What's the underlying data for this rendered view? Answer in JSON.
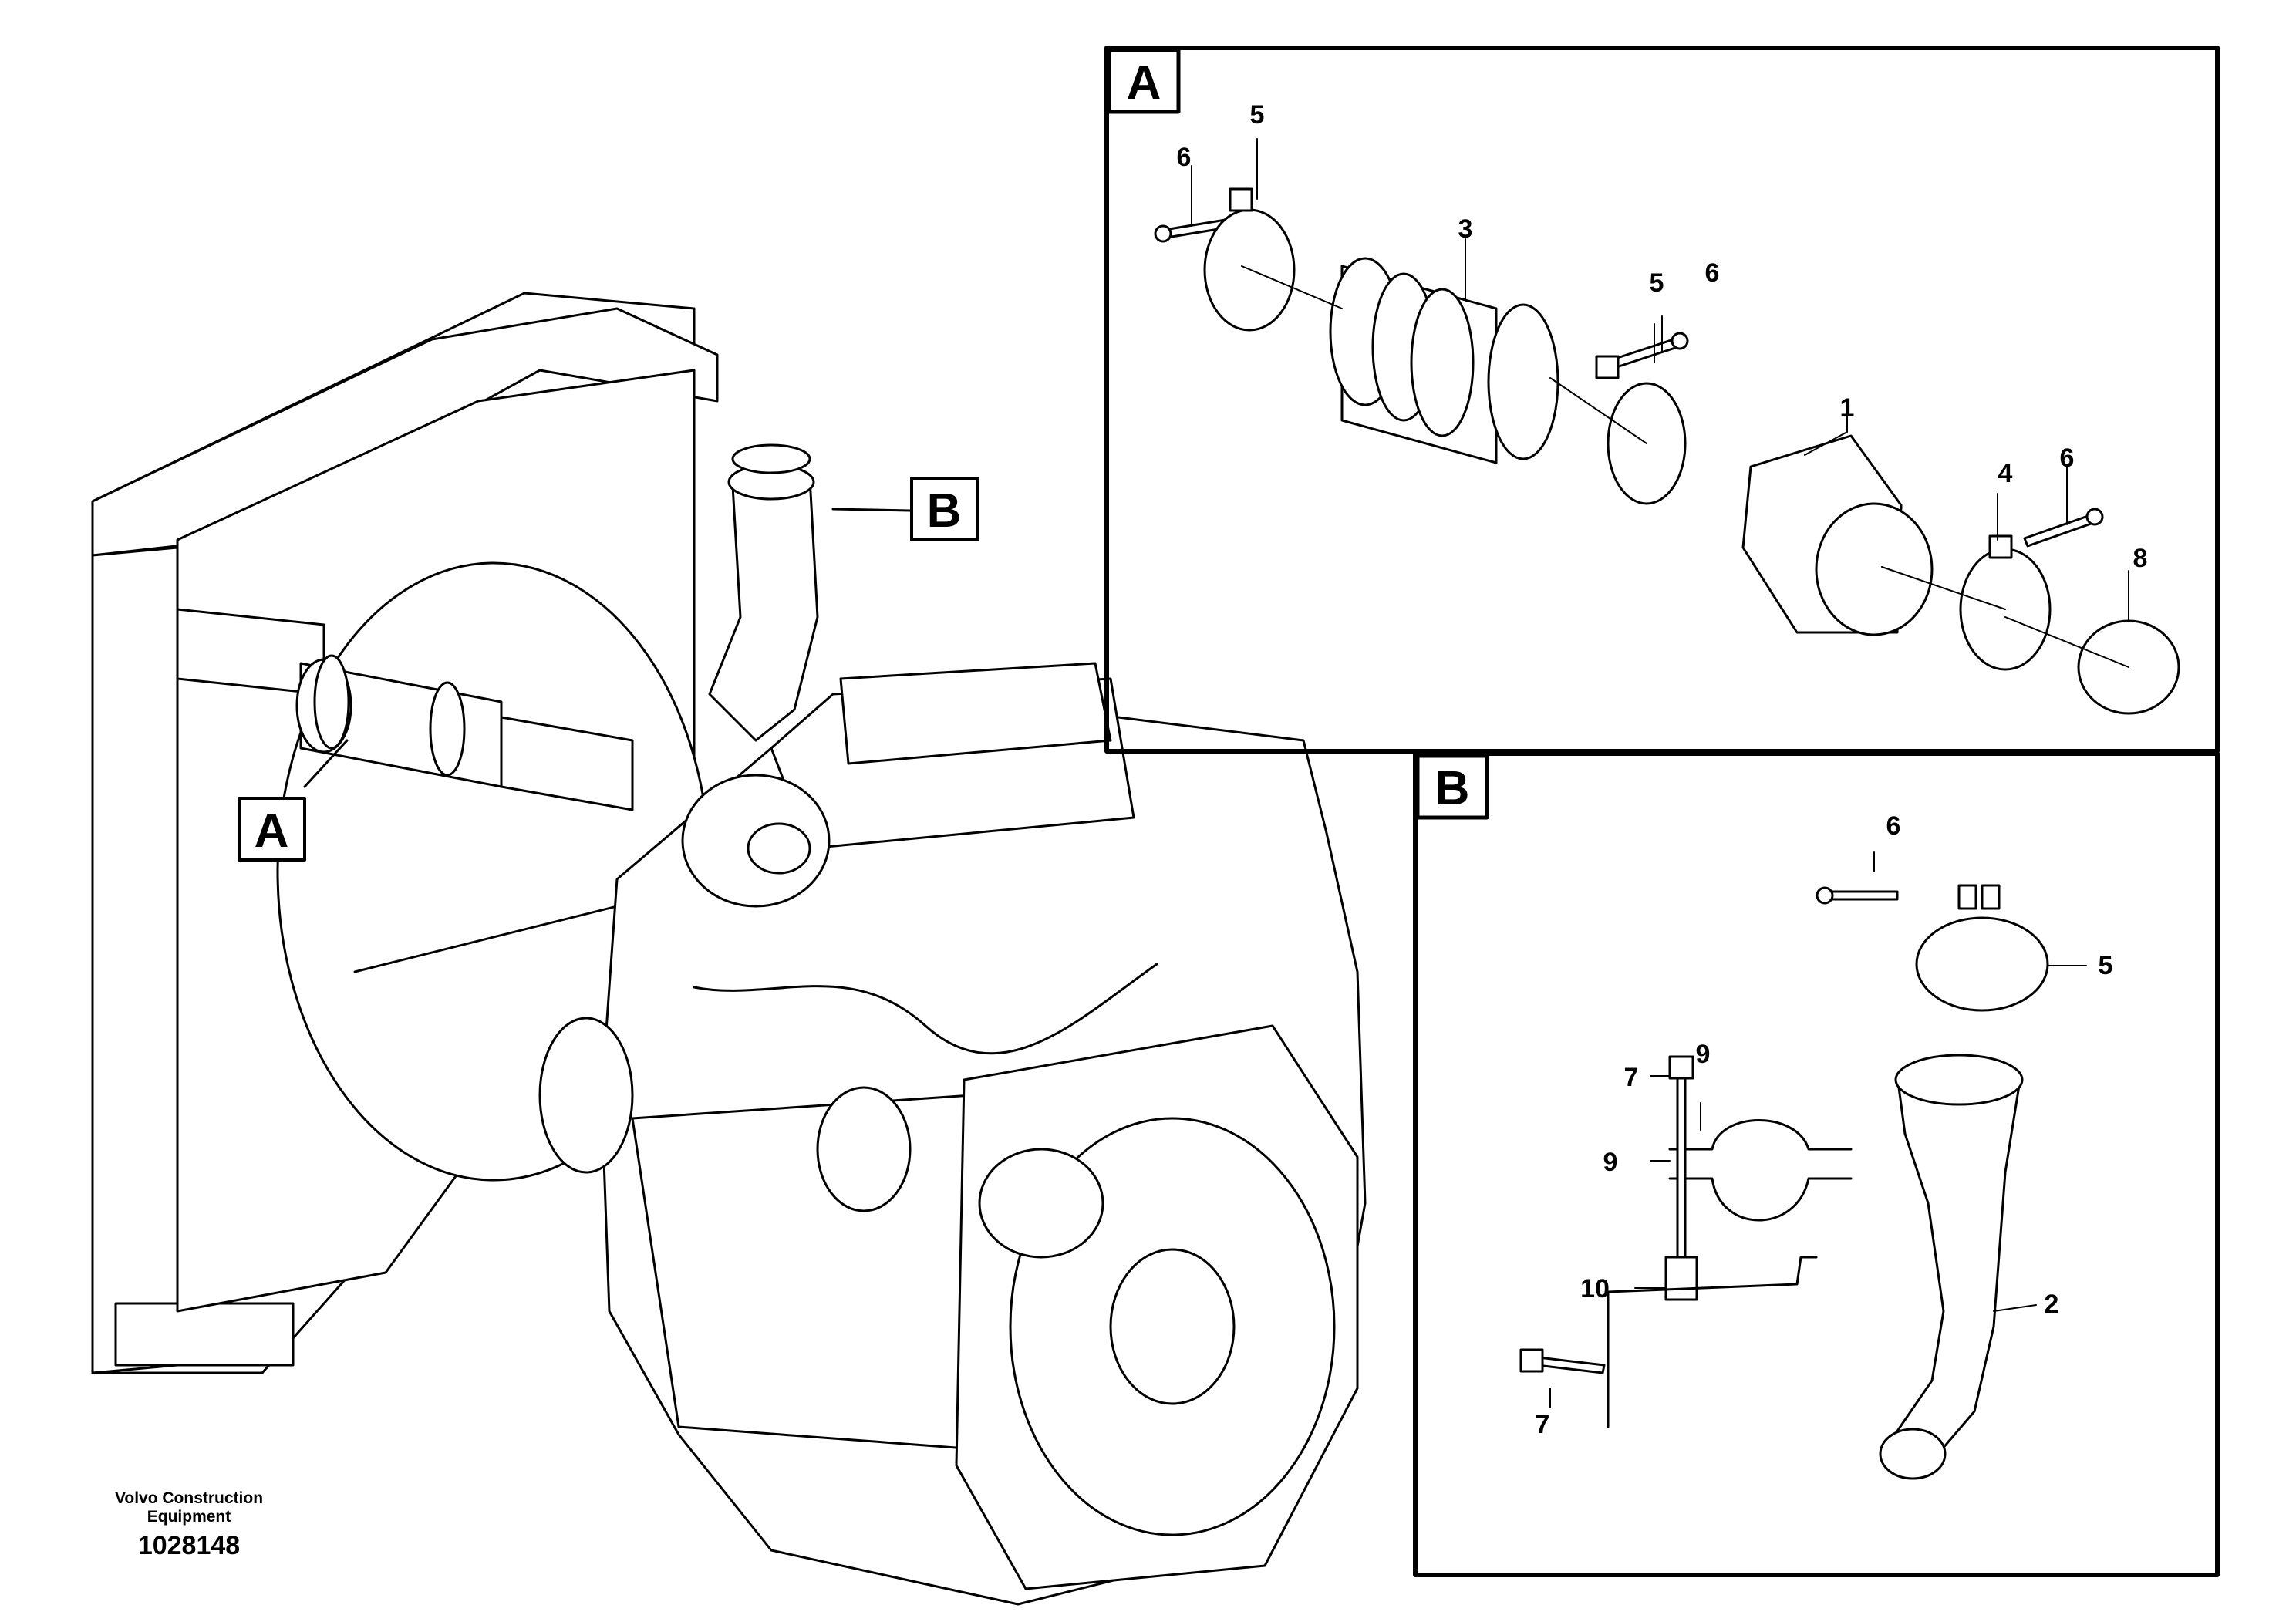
{
  "diagram": {
    "main_callouts": {
      "a": "A",
      "b": "B"
    },
    "panel_a": {
      "label": "A",
      "items": [
        "6",
        "5",
        "3",
        "5",
        "6",
        "1",
        "4",
        "6",
        "8"
      ]
    },
    "panel_b": {
      "label": "B",
      "items": [
        "6",
        "5",
        "2",
        "7",
        "9",
        "9",
        "10",
        "7"
      ]
    }
  },
  "footer": {
    "company_line1": "Volvo Construction",
    "company_line2": "Equipment",
    "illustration_number": "1028148"
  },
  "colors": {
    "line": "#000000",
    "background": "#ffffff",
    "fill": "#ffffff"
  }
}
